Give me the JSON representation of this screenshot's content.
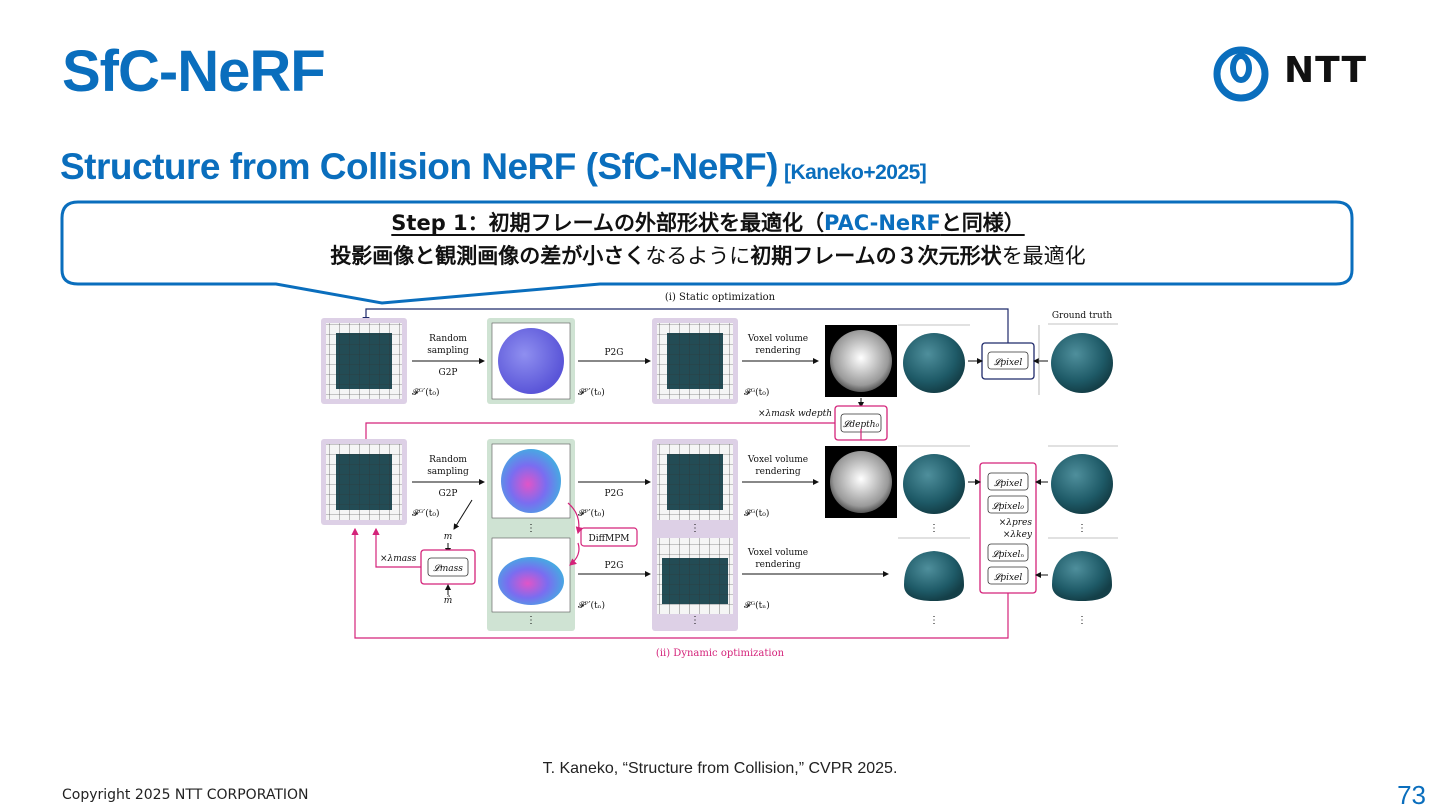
{
  "slide": {
    "title": "SfC-NeRF",
    "logo_text": "NTT",
    "subtitle": "Structure from Collision NeRF (SfC-NeRF)",
    "subtitle_ref": "[Kaneko+2025]",
    "page_number": "73",
    "copyright": "Copyright 2025 NTT CORPORATION",
    "reference": "T. Kaneko, “Structure from Collision,” CVPR 2025.",
    "colors": {
      "accent": "#0a6ebd",
      "magenta": "#d4237a",
      "navy": "#1f2a6b"
    }
  },
  "callout": {
    "step": "Step 1：初期フレームの外部形状を最適化（",
    "step_hl": "PAC-NeRF",
    "step_end": "と同様）",
    "line2_a": "投影画像と観測画像の差が小さく",
    "line2_b": "なるように",
    "line2_c": "初期フレームの３次元形状",
    "line2_d": "を最適化"
  },
  "diagram": {
    "static_title": "(i) Static optimization",
    "dynamic_title": "(ii) Dynamic optimization",
    "ground_truth": "Ground truth",
    "random": "Random",
    "sampling": "sampling",
    "g2p": "G2P",
    "p2g": "P2G",
    "voxel": "Voxel volume",
    "rendering": "rendering",
    "diffmpm": "DiffMPM",
    "f_g_t0": "𝓕ᴳ′(t₀)",
    "f_p_t0": "𝓕ᴾ′(t₀)",
    "f_g2_t0": "𝓕ᴳ(t₀)",
    "f_p_tn": "𝓕ᴾ′(tₙ)",
    "f_g2_tn": "𝓕ᴳ(tₙ)",
    "l_pixel": "𝓛pixel",
    "l_pixel0": "𝓛pixel₀",
    "l_pixeln": "𝓛pixelₙ",
    "l_depth0": "𝓛depth₀",
    "l_mass": "𝓛mass",
    "w_depth": "×λmask wdepth",
    "w_mass": "×λmass",
    "w_pres": "×λpres",
    "w_key": "×λkey",
    "m": "m",
    "m_hat": "m̂",
    "dots": "⋮"
  }
}
